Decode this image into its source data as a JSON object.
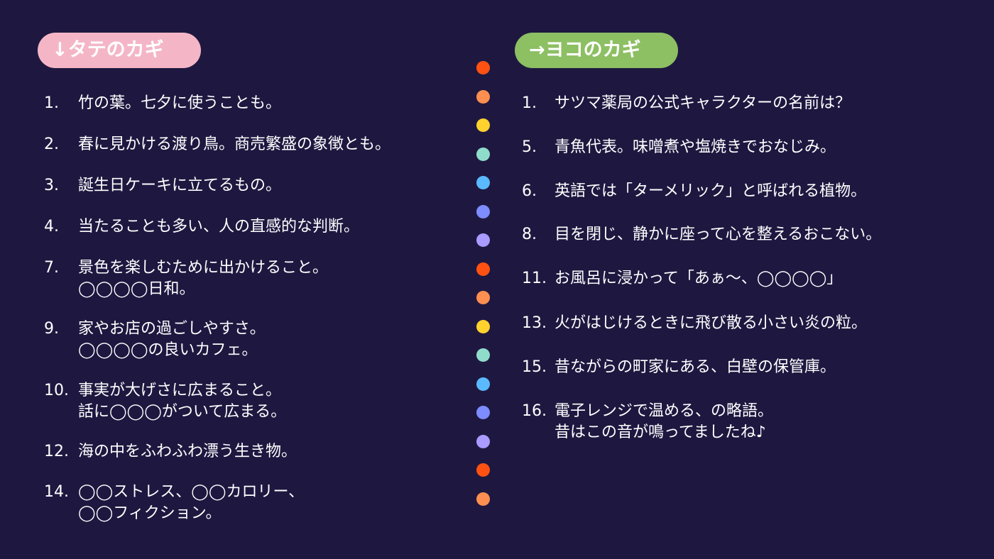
{
  "colors": {
    "background": "#1e1840",
    "vertical_header": "#f4b6c6",
    "horizontal_header": "#8dbf63",
    "dots": [
      "#ff5212",
      "#ff8f50",
      "#ffd22e",
      "#8fdccb",
      "#5bb9ff",
      "#7d8cff",
      "#a99bff"
    ]
  },
  "vertical": {
    "header": "↓タテのカギ",
    "clues": [
      {
        "num": "1.",
        "lines": [
          "竹の葉。七夕に使うことも。"
        ]
      },
      {
        "num": "2.",
        "lines": [
          "春に見かける渡り鳥。商売繁盛の象徴とも。"
        ]
      },
      {
        "num": "3.",
        "lines": [
          "誕生日ケーキに立てるもの。"
        ]
      },
      {
        "num": "4.",
        "lines": [
          "当たることも多い、人の直感的な判断。"
        ]
      },
      {
        "num": "7.",
        "lines": [
          "景色を楽しむために出かけること。",
          "◯◯◯◯日和。"
        ]
      },
      {
        "num": "9.",
        "lines": [
          "家やお店の過ごしやすさ。",
          "◯◯◯◯の良いカフェ。"
        ]
      },
      {
        "num": "10.",
        "lines": [
          "事実が大げさに広まること。",
          "話に◯◯◯がついて広まる。"
        ]
      },
      {
        "num": "12.",
        "lines": [
          "海の中をふわふわ漂う生き物。"
        ]
      },
      {
        "num": "14.",
        "lines": [
          "◯◯ストレス、◯◯カロリー、",
          "◯◯フィクション。"
        ]
      }
    ]
  },
  "horizontal": {
    "header": "→ヨコのカギ",
    "clues": [
      {
        "num": "1.",
        "lines": [
          "サツマ薬局の公式キャラクターの名前は？"
        ]
      },
      {
        "num": "5.",
        "lines": [
          "青魚代表。味噌煮や塩焼きでおなじみ。"
        ]
      },
      {
        "num": "6.",
        "lines": [
          "英語では「ターメリック」と呼ばれる植物。"
        ]
      },
      {
        "num": "8.",
        "lines": [
          "目を閉じ、静かに座って心を整えるおこない。"
        ]
      },
      {
        "num": "11.",
        "lines": [
          "お風呂に浸かって「あぁ〜、◯◯◯◯」"
        ]
      },
      {
        "num": "13.",
        "lines": [
          "火がはじけるときに飛び散る小さい炎の粒。"
        ]
      },
      {
        "num": "15.",
        "lines": [
          "昔ながらの町家にある、白壁の保管庫。"
        ]
      },
      {
        "num": "16.",
        "lines": [
          "電子レンジで温める、の略語。",
          "昔はこの音が鳴ってましたね♪"
        ]
      }
    ]
  }
}
